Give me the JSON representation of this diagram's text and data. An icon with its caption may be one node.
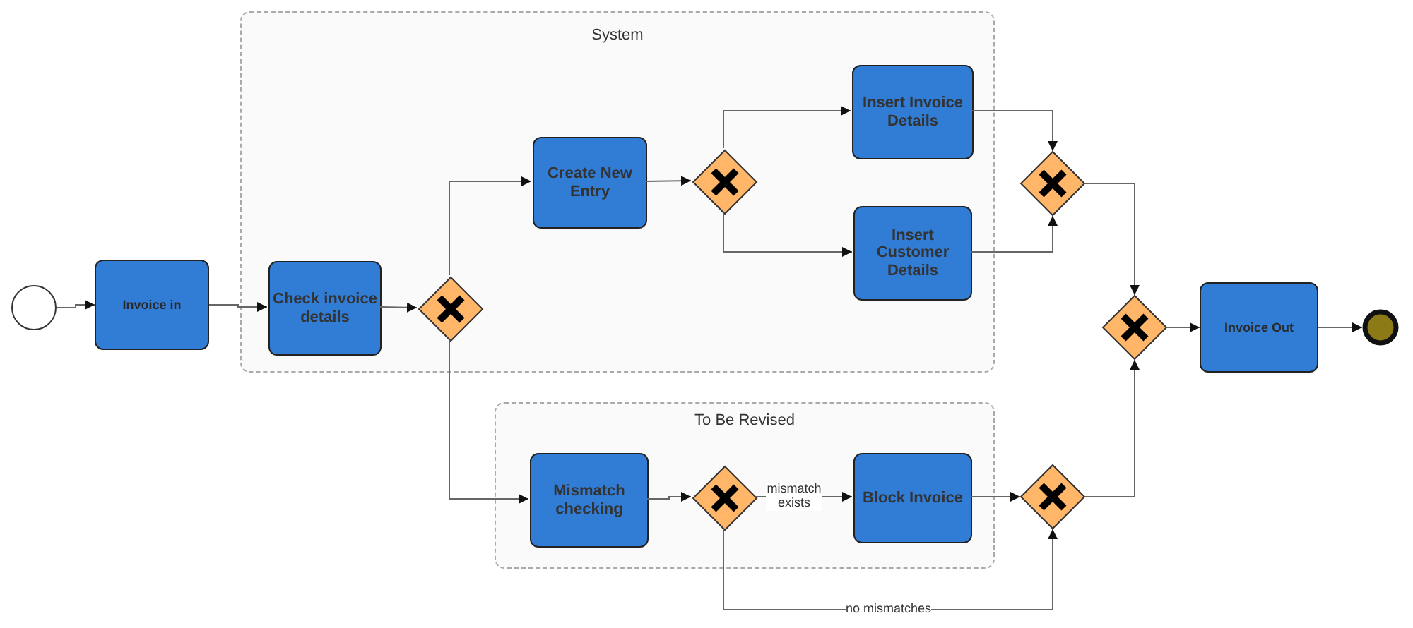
{
  "diagram": {
    "nodes": [
      {
        "text": [],
        "shape": "circle"
      },
      {
        "text": [
          "Invoice in"
        ]
      },
      {
        "text": [
          "System"
        ]
      },
      {
        "text": [
          "Check invoice details"
        ],
        "in": 2
      },
      {
        "text": [],
        "shape": "diamond",
        "in": 2
      },
      {
        "text": [
          "Create New Entry"
        ],
        "in": 2
      },
      {
        "text": [],
        "shape": "diamond",
        "in": 2
      },
      {
        "text": [
          "Insert Invoice Details"
        ],
        "in": 2
      },
      {
        "text": [
          "Insert Customer Details"
        ],
        "in": 2
      },
      {
        "text": [],
        "shape": "diamond"
      },
      {
        "text": [
          "To Be Revised"
        ]
      },
      {
        "text": [
          "Mismatch checking"
        ],
        "in": 10
      },
      {
        "text": [],
        "shape": "diamond",
        "in": 10
      },
      {
        "text": [
          "Block Invoice"
        ],
        "in": 10
      },
      {
        "text": [],
        "shape": "diamond"
      },
      {
        "text": [],
        "shape": "diamond"
      },
      {
        "text": [
          "Invoice Out"
        ]
      },
      {
        "text": [],
        "shape": "circle"
      }
    ],
    "edges": [
      {
        "from": 0,
        "to": 1,
        "arrow": "to"
      },
      {
        "from": 1,
        "to": 3,
        "arrow": "to"
      },
      {
        "from": 3,
        "to": 4,
        "arrow": "to"
      },
      {
        "from": 4,
        "to": 5,
        "arrow": "to"
      },
      {
        "from": 4,
        "to": 11,
        "arrow": "to"
      },
      {
        "from": 5,
        "to": 6,
        "arrow": "to"
      },
      {
        "from": 6,
        "to": 7,
        "arrow": "to"
      },
      {
        "from": 6,
        "to": 8,
        "arrow": "to"
      },
      {
        "from": 7,
        "to": 9,
        "arrow": "to"
      },
      {
        "from": 8,
        "to": 9,
        "arrow": "to"
      },
      {
        "from": 9,
        "to": 15,
        "arrow": "to"
      },
      {
        "from": 11,
        "to": 12,
        "arrow": "to"
      },
      {
        "from": 12,
        "to": 13,
        "arrow": "to",
        "label": "mismatch exists"
      },
      {
        "from": 12,
        "to": 14,
        "arrow": "to",
        "label": "no mismatches"
      },
      {
        "from": 13,
        "to": 14,
        "arrow": "to"
      },
      {
        "from": 14,
        "to": 15,
        "arrow": "to"
      },
      {
        "from": 15,
        "to": 16,
        "arrow": "to"
      },
      {
        "from": 16,
        "to": 17,
        "arrow": "to"
      }
    ]
  }
}
